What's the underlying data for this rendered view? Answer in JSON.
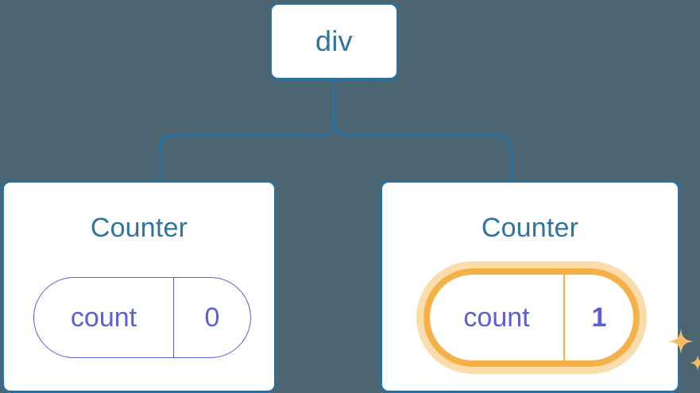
{
  "diagram": {
    "type": "component-tree",
    "background_color": "#4b6670",
    "node_border_color": "#2b709e",
    "node_fill_color": "#ffffff",
    "title_text_color": "#2e74a0",
    "state_color": "#5b5fd6",
    "highlight_color": "#f5b048",
    "highlight_glow_color": "#fbdcab",
    "connector_color": "#2b709e"
  },
  "root": {
    "label": "div"
  },
  "children": [
    {
      "title": "Counter",
      "state": {
        "key": "count",
        "value": "0",
        "highlighted": false
      }
    },
    {
      "title": "Counter",
      "state": {
        "key": "count",
        "value": "1",
        "highlighted": true
      },
      "decorations": {
        "sparkle_large": "sparkle-icon",
        "sparkle_small": "sparkle-icon"
      }
    }
  ]
}
